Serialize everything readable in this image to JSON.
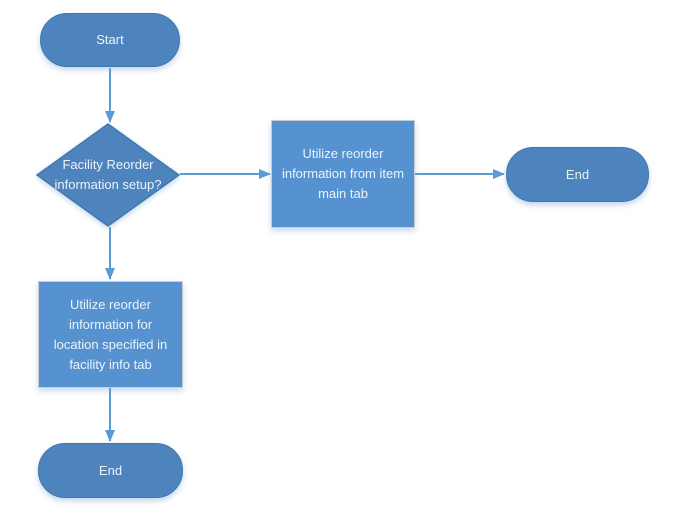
{
  "diagram_type": "flowchart",
  "colors": {
    "terminator_fill": "#4D84BE",
    "terminator_border": "#4377AC",
    "decision_fill": "#4D84BE",
    "decision_border": "#4377AC",
    "process_fill": "#5592CF",
    "process_border": "#C6CED8",
    "connector": "#5B9BD5",
    "text": "#ECF3FA",
    "background": "#FFFFFF"
  },
  "nodes": {
    "start": {
      "type": "terminator",
      "label": "Start"
    },
    "decision": {
      "type": "decision",
      "label": "Facility Reorder information setup?"
    },
    "process_item_main": {
      "type": "process",
      "label": "Utilize reorder information from item main tab"
    },
    "end_right": {
      "type": "terminator",
      "label": "End"
    },
    "process_facility_info": {
      "type": "process",
      "label": "Utilize reorder information for location specified in facility info tab"
    },
    "end_bottom": {
      "type": "terminator",
      "label": "End"
    }
  },
  "edges": [
    {
      "from": "start",
      "to": "decision",
      "label": ""
    },
    {
      "from": "decision",
      "to": "process_item_main",
      "label": ""
    },
    {
      "from": "process_item_main",
      "to": "end_right",
      "label": ""
    },
    {
      "from": "decision",
      "to": "process_facility_info",
      "label": ""
    },
    {
      "from": "process_facility_info",
      "to": "end_bottom",
      "label": ""
    }
  ]
}
